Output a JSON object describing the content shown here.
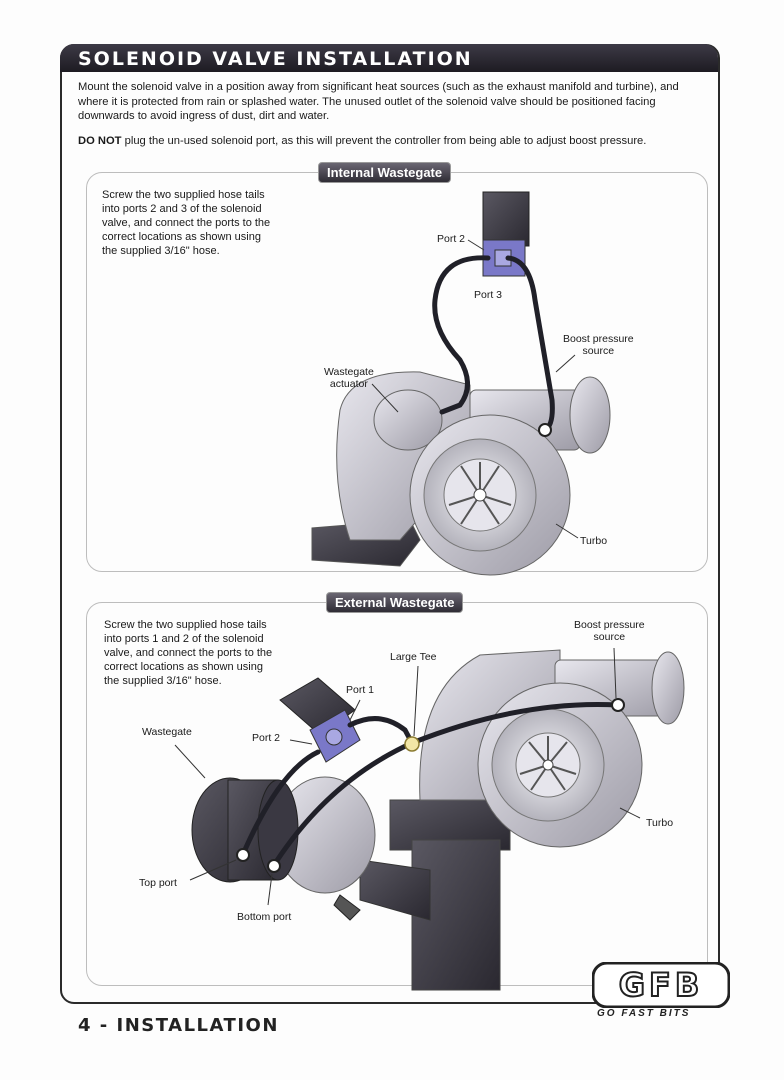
{
  "header": {
    "title": "SOLENOID VALVE INSTALLATION"
  },
  "intro": "Mount the solenoid valve in a position away from significant heat sources (such as the exhaust manifold and turbine), and where it is protected from rain or splashed water. The unused outlet of the solenoid valve should be positioned facing downwards to avoid ingress of dust, dirt and water.",
  "warning": {
    "bold": "DO NOT",
    "text": " plug the un-used solenoid port, as this will prevent the controller from being able to adjust boost pressure."
  },
  "internal": {
    "tab": "Internal Wastegate",
    "instructions": "Screw the two supplied hose tails into ports 2 and 3 of the solenoid valve, and connect the ports to the correct locations as shown using the supplied 3/16\" hose.",
    "labels": {
      "port2": "Port 2",
      "port3": "Port 3",
      "boost1": "Boost pressure",
      "boost2": "source",
      "actuator1": "Wastegate",
      "actuator2": "actuator",
      "turbo": "Turbo"
    }
  },
  "external": {
    "tab": "External Wastegate",
    "instructions": "Screw the two supplied hose tails into ports 1 and 2 of the solenoid valve, and connect the ports to the correct locations as shown using the supplied 3/16\" hose.",
    "labels": {
      "boost1": "Boost pressure",
      "boost2": "source",
      "tee": "Large Tee",
      "port1": "Port 1",
      "port2": "Port 2",
      "wastegate": "Wastegate",
      "turbo": "Turbo",
      "top_port": "Top port",
      "bottom_port": "Bottom port"
    }
  },
  "footer": {
    "text": "4 - INSTALLATION"
  },
  "logo": {
    "mark": "GFB",
    "tagline": "GO FAST BITS"
  },
  "colors": {
    "header_bg": "#1d1b22",
    "solenoid_blue": "#7a78c8",
    "hose": "#202028",
    "metal": "#c9c8cf"
  }
}
